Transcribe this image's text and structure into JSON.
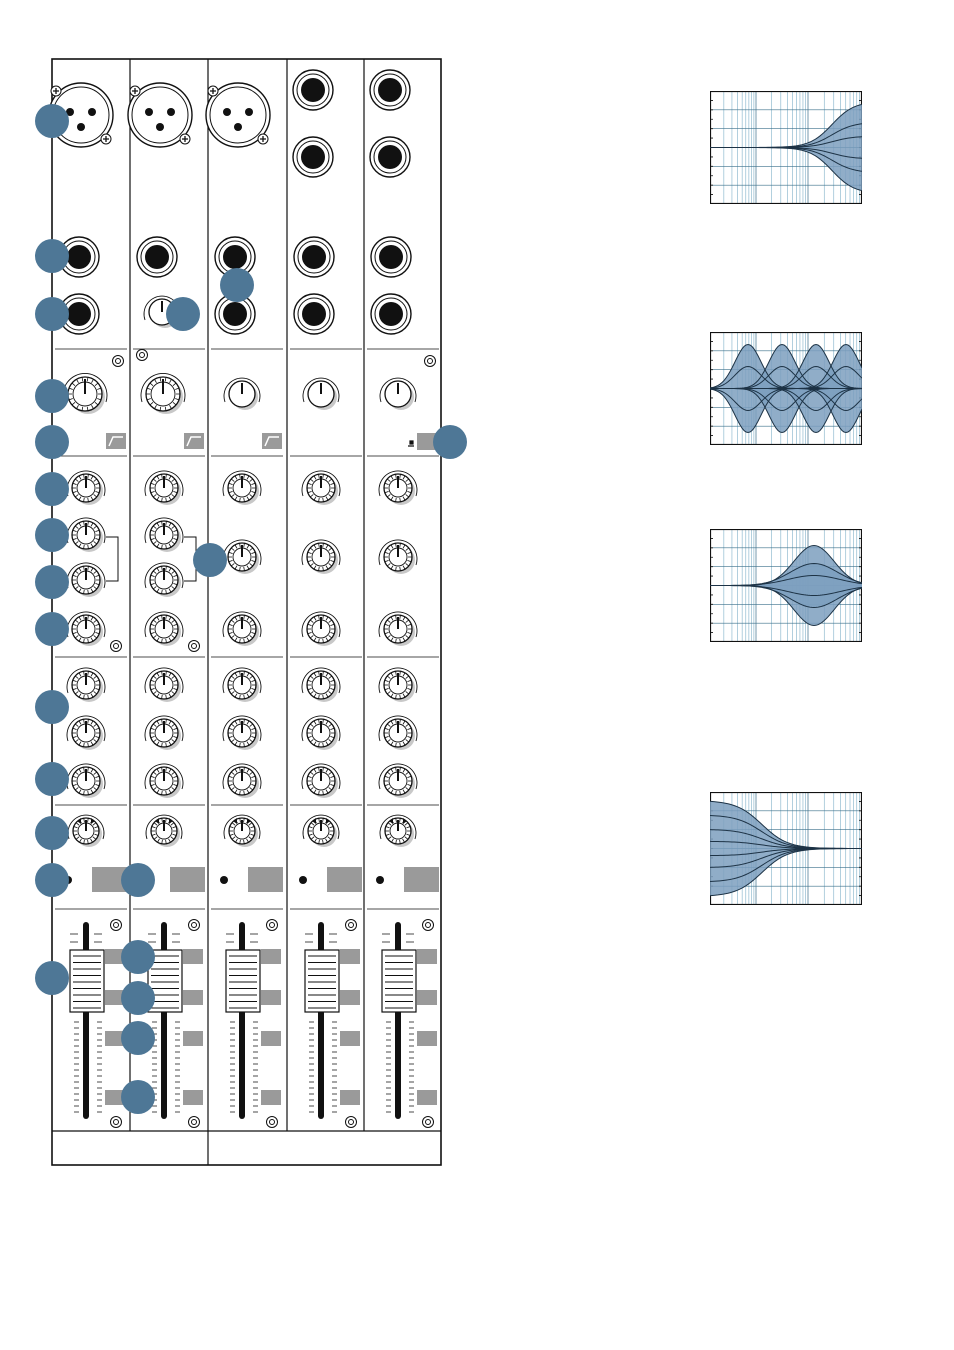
{
  "mixer": {
    "strips": [
      {
        "id": "ch1",
        "input_type": "xlr",
        "gain_style": "large",
        "filter_button": "low-cut",
        "mid_style": "dual"
      },
      {
        "id": "ch2",
        "input_type": "xlr",
        "gain_style": "large",
        "filter_button": "low-cut",
        "mid_style": "dual",
        "insert_trim": true
      },
      {
        "id": "ch3",
        "input_type": "xlr",
        "gain_style": "small",
        "filter_button": "low-cut",
        "mid_style": "single"
      },
      {
        "id": "ch4",
        "input_type": "jack-pair",
        "gain_style": "small",
        "filter_button": "none",
        "mid_style": "single"
      },
      {
        "id": "ch5",
        "input_type": "jack-pair",
        "gain_style": "small",
        "filter_button": "mic-line",
        "mid_style": "single"
      }
    ],
    "knob_rows": [
      "gain",
      "eq-high",
      "eq-mid-1",
      "eq-mid-2",
      "eq-low",
      "aux-1",
      "aux-2",
      "aux-3",
      "pan"
    ],
    "footer_groups": [
      {
        "id": "mono-group",
        "channels": 2
      },
      {
        "id": "stereo-group",
        "channels": 3
      }
    ],
    "callout_color": "#4e7796",
    "callouts": [
      {
        "id": "c-xlr-input"
      },
      {
        "id": "c-line-input"
      },
      {
        "id": "c-insert"
      },
      {
        "id": "c-stereo-line-input"
      },
      {
        "id": "c-trim"
      },
      {
        "id": "c-gain"
      },
      {
        "id": "c-low-cut"
      },
      {
        "id": "c-mic-line"
      },
      {
        "id": "c-eq-high"
      },
      {
        "id": "c-eq-mid-a"
      },
      {
        "id": "c-eq-mid-b"
      },
      {
        "id": "c-eq-mid-freq"
      },
      {
        "id": "c-eq-low"
      },
      {
        "id": "c-aux-sends"
      },
      {
        "id": "c-fx"
      },
      {
        "id": "c-pan"
      },
      {
        "id": "c-peak-led"
      },
      {
        "id": "c-mute"
      },
      {
        "id": "c-fader"
      },
      {
        "id": "c-assign-1"
      },
      {
        "id": "c-assign-2"
      },
      {
        "id": "c-pfl"
      },
      {
        "id": "c-solo"
      }
    ]
  },
  "eq_curves": {
    "fill_color": "#7d9fbe",
    "grid_color": "#7fb0c8",
    "graphs": [
      {
        "id": "high-shelf",
        "type": "shelf-high"
      },
      {
        "id": "mid-sweep",
        "type": "peak-multi"
      },
      {
        "id": "mid-peak",
        "type": "peak-single"
      },
      {
        "id": "low-shelf",
        "type": "shelf-low"
      }
    ]
  }
}
